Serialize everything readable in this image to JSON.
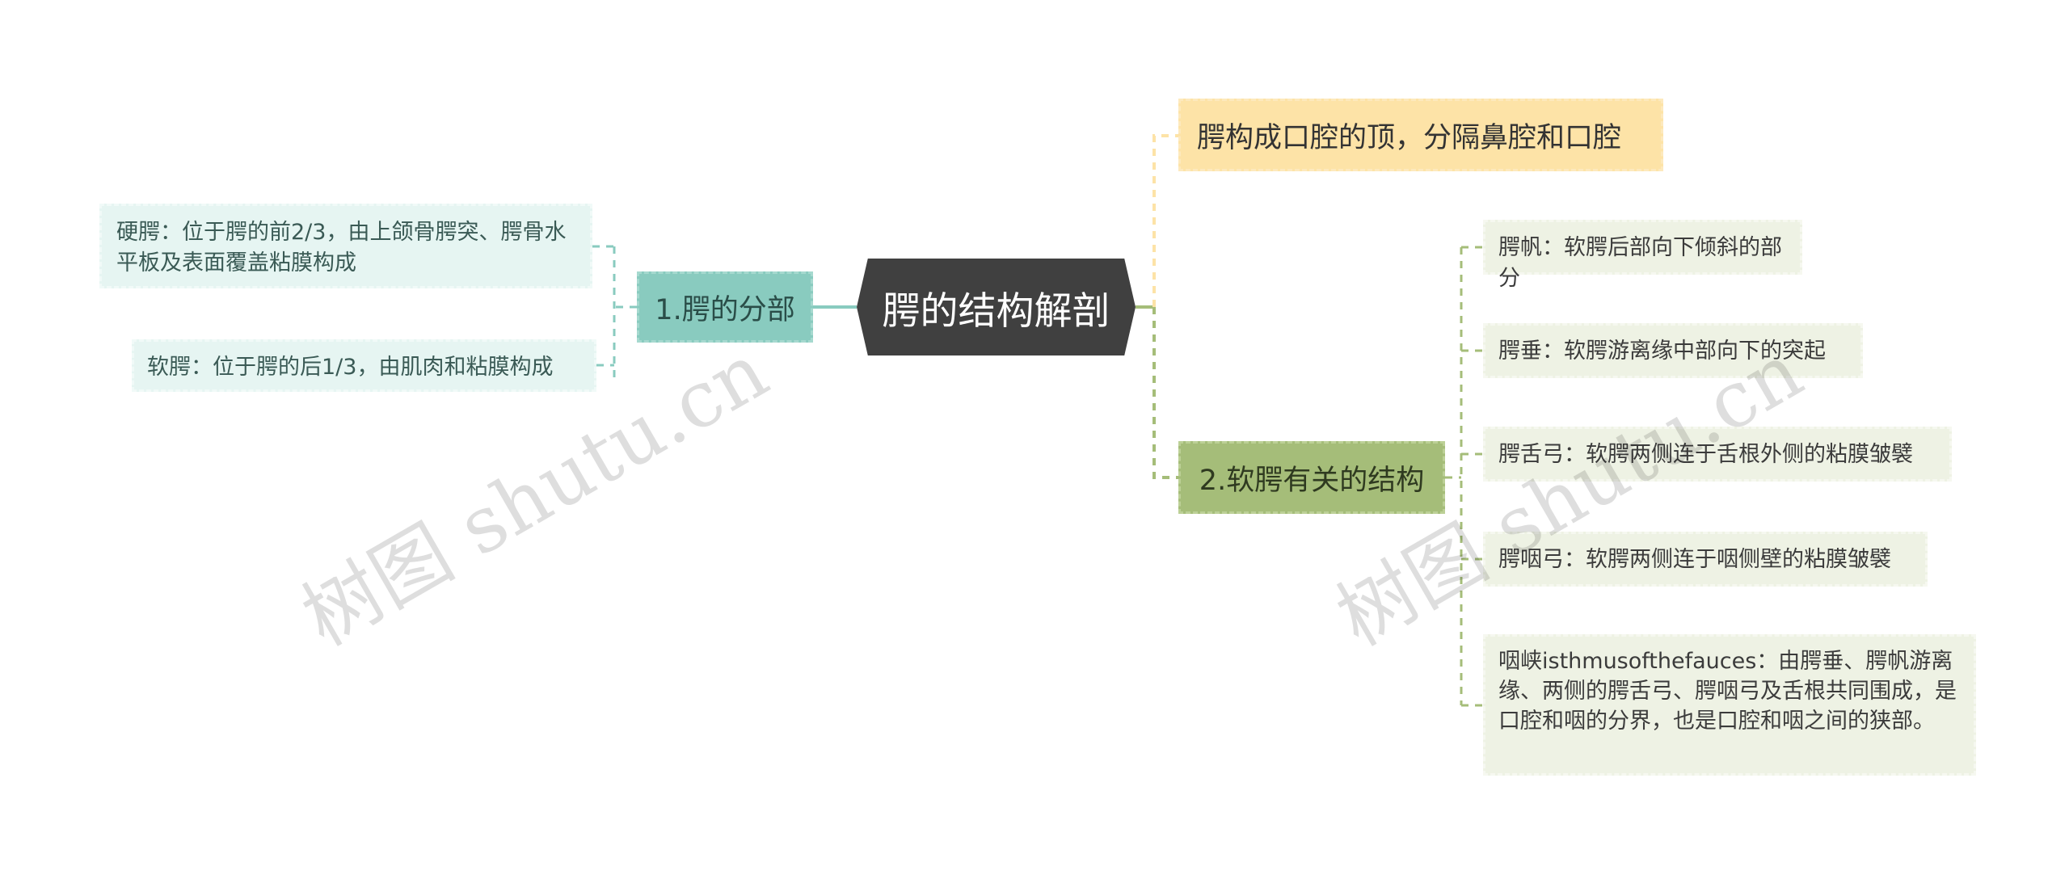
{
  "root": {
    "label": "腭的结构解剖"
  },
  "branches": {
    "division": {
      "label": "1.腭的分部",
      "color": "#89cbbf",
      "children": [
        "硬腭：位于腭的前2/3，由上颌骨腭突、腭骨水平板及表面覆盖粘膜构成",
        "软腭：位于腭的后1/3，由肌肉和粘膜构成"
      ]
    },
    "roof": {
      "label": "腭构成口腔的顶，分隔鼻腔和口腔",
      "color": "#fde3a7"
    },
    "soft_palate": {
      "label": "2.软腭有关的结构",
      "color": "#a5bd79",
      "children": [
        "腭帆：软腭后部向下倾斜的部分",
        "腭垂：软腭游离缘中部向下的突起",
        "腭舌弓：软腭两侧连于舌根外侧的粘膜皱襞",
        "腭咽弓：软腭两侧连于咽侧壁的粘膜皱襞",
        "咽峡isthmusofthefauces：由腭垂、腭帆游离缘、两侧的腭舌弓、腭咽弓及舌根共同围成，是口腔和咽的分界，也是口腔和咽之间的狭部。"
      ]
    }
  },
  "watermark": "树图 shutu.cn",
  "colors": {
    "root_bg": "#404040",
    "teal_leaf_bg": "#e6f5f2",
    "green_leaf_bg": "#eef2e4",
    "teal_line": "#89cbbf",
    "yellow_line": "#fde3a7",
    "green_line": "#a5bd79"
  }
}
